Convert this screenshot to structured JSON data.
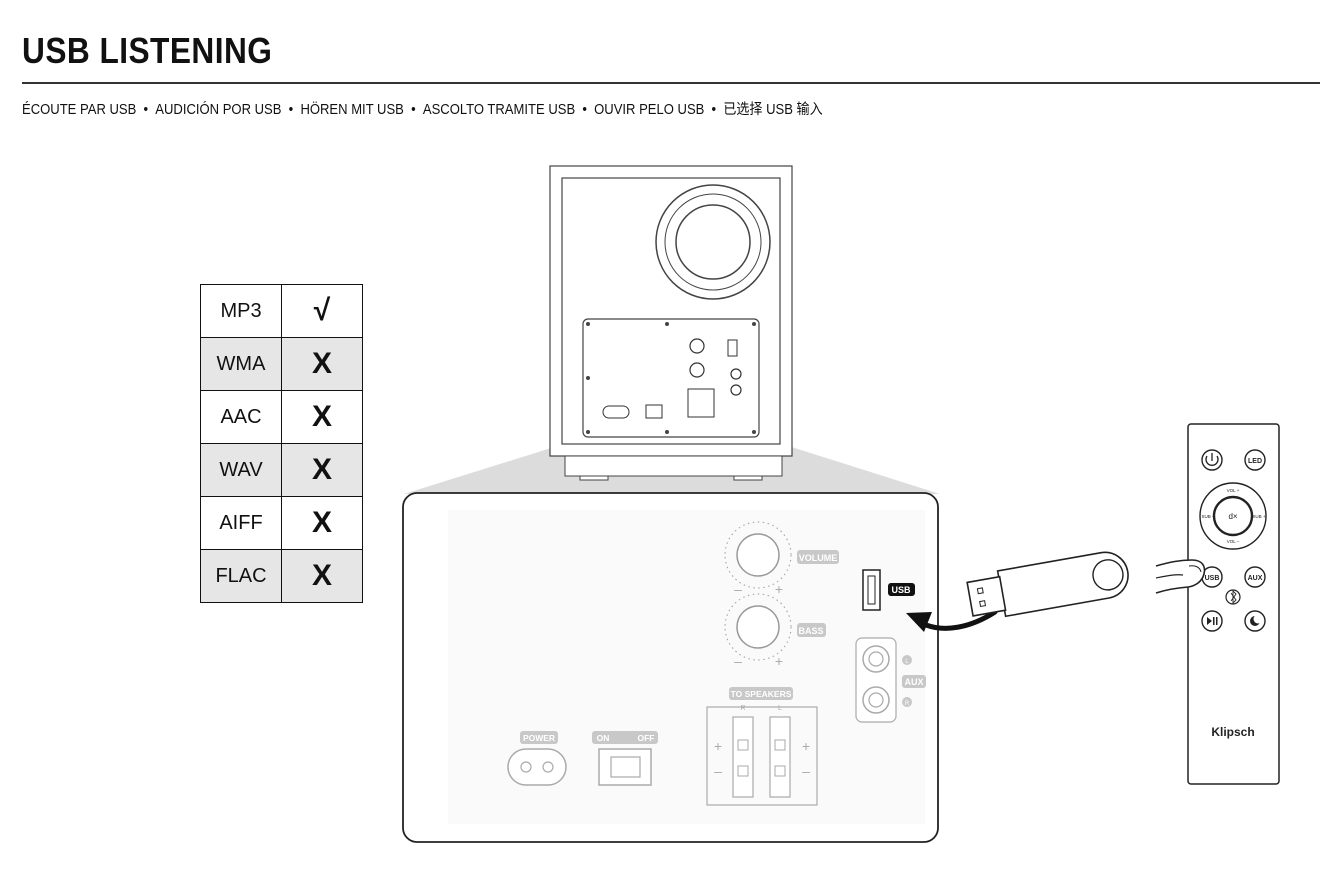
{
  "title": "USB LISTENING",
  "languages": [
    "ÉCOUTE PAR USB",
    "AUDICIÓN POR USB",
    "HÖREN MIT USB",
    "ASCOLTO TRAMITE USB",
    "OUVIR PELO USB",
    "已选择 USB 输入"
  ],
  "separator": "•",
  "formats": [
    {
      "name": "MP3",
      "mark": "√"
    },
    {
      "name": "WMA",
      "mark": "X"
    },
    {
      "name": "AAC",
      "mark": "X"
    },
    {
      "name": "WAV",
      "mark": "X"
    },
    {
      "name": "AIFF",
      "mark": "X"
    },
    {
      "name": "FLAC",
      "mark": "X"
    }
  ],
  "panel": {
    "volume": "VOLUME",
    "bass": "BASS",
    "minus": "–",
    "plus": "+",
    "usb": "USB",
    "aux": "AUX",
    "aux_l": "L",
    "aux_r": "R",
    "to_speakers": "TO SPEAKERS",
    "spk_r": "R",
    "spk_l": "L",
    "power": "POWER",
    "on": "ON",
    "off": "OFF"
  },
  "remote": {
    "brand": "Klipsch",
    "led": "LED",
    "usb": "USB",
    "aux": "AUX",
    "vol_plus": "VOL +",
    "vol_minus": "VOL –",
    "sub_minus": "SUB –",
    "sub_plus": "SUB +"
  }
}
